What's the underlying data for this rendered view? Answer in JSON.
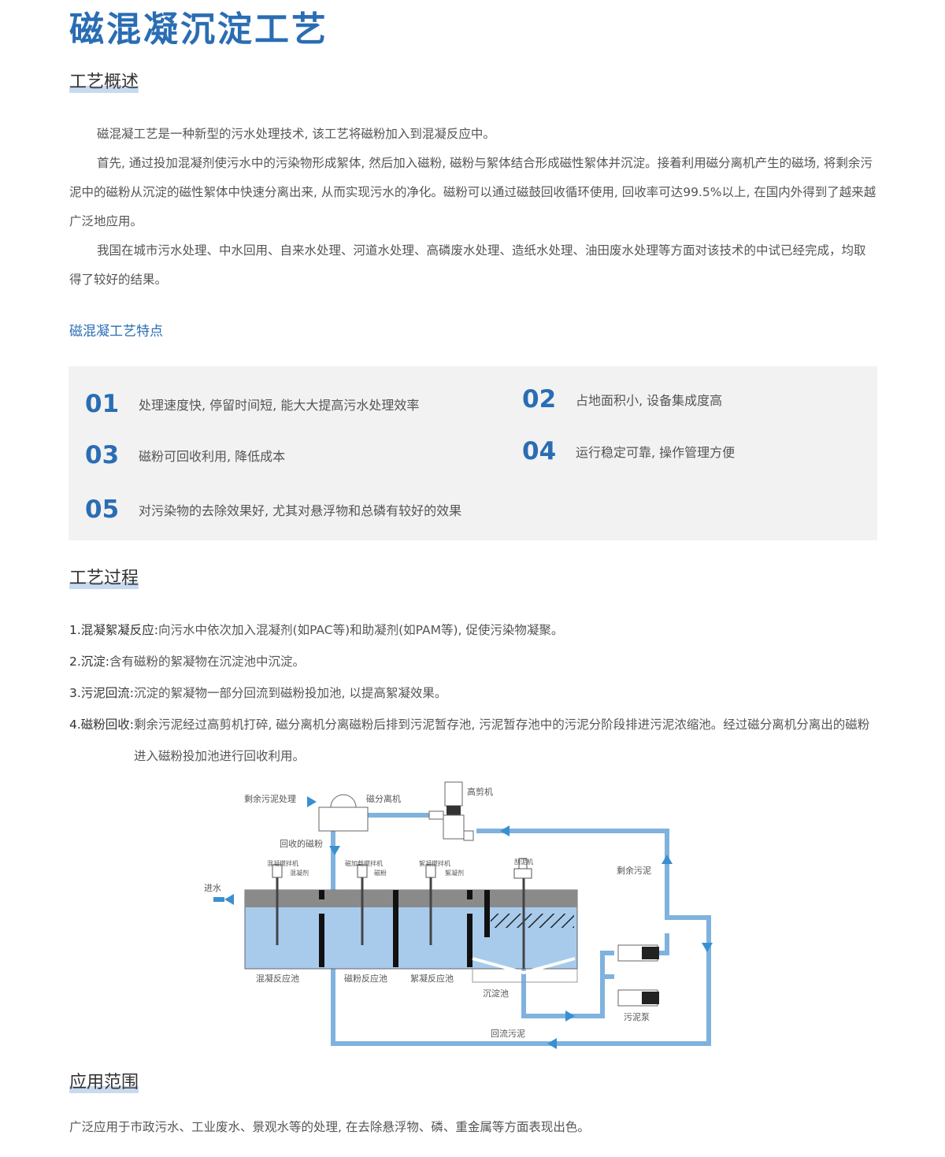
{
  "title": "磁混凝沉淀工艺",
  "overview": {
    "heading": "工艺概述",
    "paragraphs": [
      "磁混凝工艺是一种新型的污水处理技术, 该工艺将磁粉加入到混凝反应中。",
      "首先, 通过投加混凝剂使污水中的污染物形成絮体, 然后加入磁粉, 磁粉与絮体结合形成磁性絮体并沉淀。接着利用磁分离机产生的磁场, 将剩余污泥中的磁粉从沉淀的磁性絮体中快速分离出来, 从而实现污水的净化。磁粉可以通过磁鼓回收循环使用, 回收率可达99.5%以上, 在国内外得到了越来越广泛地应用。",
      "我国在城市污水处理、中水回用、自来水处理、河道水处理、高磷废水处理、造纸水处理、油田废水处理等方面对该技术的中试已经完成，均取得了较好的结果。"
    ]
  },
  "features": {
    "heading": "磁混凝工艺特点",
    "items": [
      {
        "num": "01",
        "text": "处理速度快, 停留时间短, 能大大提高污水处理效率"
      },
      {
        "num": "02",
        "text": "占地面积小, 设备集成度高"
      },
      {
        "num": "03",
        "text": "磁粉可回收利用, 降低成本"
      },
      {
        "num": "04",
        "text": "运行稳定可靠, 操作管理方便"
      },
      {
        "num": "05",
        "text": "对污染物的去除效果好, 尤其对悬浮物和总磷有较好的效果"
      }
    ]
  },
  "process": {
    "heading": "工艺过程",
    "steps": [
      {
        "label": "1.混凝絮凝反应:",
        "text": "向污水中依次加入混凝剂(如PAC等)和助凝剂(如PAM等), 促使污染物凝聚。"
      },
      {
        "label": "2.沉淀:",
        "text": "含有磁粉的絮凝物在沉淀池中沉淀。"
      },
      {
        "label": "3.污泥回流:",
        "text": "沉淀的絮凝物一部分回流到磁粉投加池, 以提高絮凝效果。"
      },
      {
        "label": "4.磁粉回收:",
        "text": "剩余污泥经过高剪机打碎, 磁分离机分离磁粉后排到污泥暂存池, 污泥暂存池中的污泥分阶段排进污泥浓缩池。经过磁分离机分离出的磁粉进入磁粉投加池进行回收利用。"
      }
    ]
  },
  "diagram": {
    "labels": {
      "surplus_treatment": "剩余污泥处理",
      "magnetic_separator": "磁分离机",
      "high_shear": "高剪机",
      "recovered_powder": "回收的磁粉",
      "coag_mixer": "混凝搅拌机",
      "coagulant": "混凝剂",
      "mag_mixer": "磁加载搅拌机",
      "powder": "磁粉",
      "floc_mixer": "絮凝搅拌机",
      "flocculant": "絮凝剂",
      "scraper": "刮泥机",
      "inflow": "进水",
      "surplus_sludge": "剩余污泥",
      "coag_tank": "混凝反应池",
      "powder_tank": "磁粉反应池",
      "floc_tank": "絮凝反应池",
      "settling_tank": "沉淀池",
      "sludge_pump": "污泥泵",
      "return_sludge": "回流污泥"
    },
    "colors": {
      "water": "#a8cbec",
      "pipe": "#7fb2de",
      "arrow": "#3a8fd0",
      "tank_top": "#8a8a8a"
    }
  },
  "application": {
    "heading": "应用范围",
    "text": "广泛应用于市政污水、工业废水、景观水等的处理, 在去除悬浮物、磷、重金属等方面表现出色。"
  }
}
